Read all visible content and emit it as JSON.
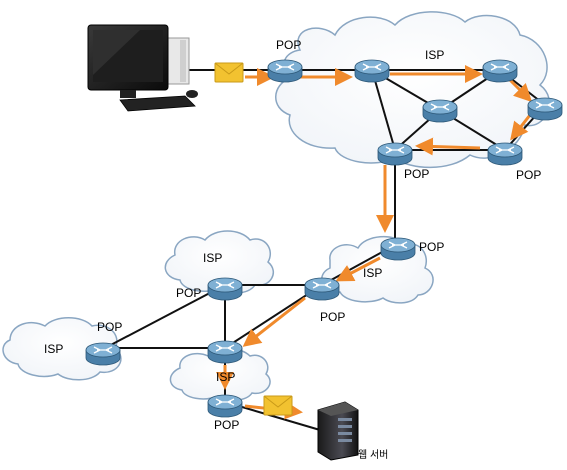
{
  "labels": {
    "isp_top": "ISP",
    "pop_entry": "POP",
    "pop_exit": "POP",
    "pop_right": "POP",
    "pop_mid_upper": "POP",
    "isp_mid_right": "ISP",
    "isp_mid_left": "ISP",
    "pop_mid_left": "POP",
    "pop_mid_center": "POP",
    "pop_far_left": "POP",
    "isp_far_left": "ISP",
    "isp_bottom": "ISP",
    "pop_bottom": "POP",
    "web_server": "웹 서버"
  },
  "colors": {
    "router_body": "#4a7fa8",
    "router_top": "#7fb0d4",
    "route_arrow": "#f08a2c",
    "link": "#111111",
    "cloud_stroke": "#8aa6c2",
    "envelope": "#f2c230"
  }
}
